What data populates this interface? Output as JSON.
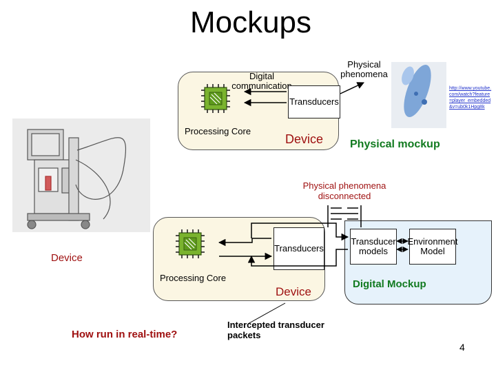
{
  "title": "Mockups",
  "top_diagram": {
    "physical_phenomena": "Physical phenomena",
    "digital_communication": "Digital communication",
    "transducers": "Transducers",
    "processing_core": "Processing Core",
    "device": "Device",
    "physical_mockup": "Physical mockup",
    "link_text": "http://www.youtube.com/watch?feature=player_embedded&v=ub0k1Hpg8k"
  },
  "bottom_diagram": {
    "physical_phenomena_disconnected": "Physical phenomena disconnected",
    "transducers": "Transducers",
    "processing_core": "Processing Core",
    "device_inner": "Device",
    "device_outer": "Device",
    "transducer_models": "Transducer models",
    "environment_model": "Environment Model",
    "digital_mockup": "Digital Mockup",
    "intercepted_packets": "Intercepted transducer packets",
    "question": "How run in real-time?"
  },
  "page_number": "4",
  "colors": {
    "green": "#117a1f",
    "red": "#9e0f0f",
    "blue": "#1b2f86",
    "box_fill": "#fbf6e3",
    "model_fill": "#e6f2fb"
  }
}
